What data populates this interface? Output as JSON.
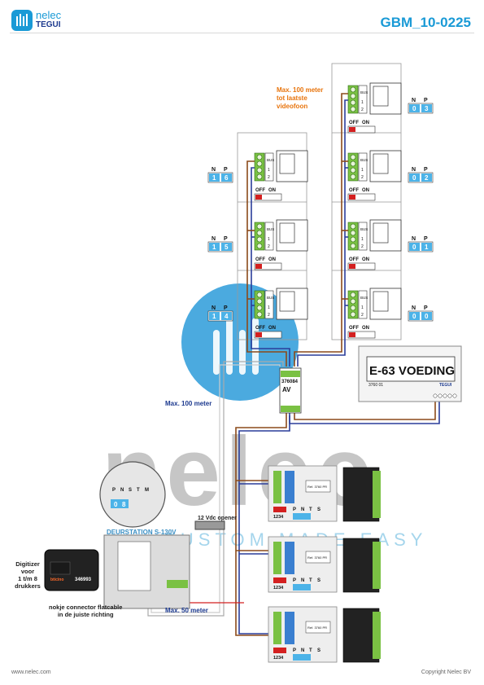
{
  "header": {
    "logo_word": "nelec",
    "logo_sub": "TEGUI",
    "doc_code": "GBM_10-0225"
  },
  "labels": {
    "max_100_last": [
      "Max. 100 meter",
      "tot laatste",
      "videofoon"
    ],
    "max_100": "Max. 100 meter",
    "max_50": "Max. 50 meter",
    "opener": "12 Vdc opener",
    "deurstation": "DEURSTATION S-130V",
    "digitizer": [
      "Digitizer",
      "voor",
      "1 t/m 8",
      "drukkers"
    ],
    "connector_note": [
      "nokje connector flatcable",
      "in de juiste richting"
    ]
  },
  "monitor": {
    "bus": "BUS",
    "t1": "1",
    "t2": "2",
    "off": "OFF",
    "on": "ON"
  },
  "np": {
    "n": "N",
    "p": "P"
  },
  "addresses_right": [
    [
      "0",
      "3"
    ],
    [
      "0",
      "2"
    ],
    [
      "0",
      "1"
    ],
    [
      "0",
      "0"
    ]
  ],
  "addresses_left": [
    [
      "1",
      "6"
    ],
    [
      "1",
      "5"
    ],
    [
      "1",
      "4"
    ]
  ],
  "distributor": {
    "ref": "376084",
    "name": "AV"
  },
  "psu": {
    "title": "E-63 VOEDING",
    "ref": "3760 01",
    "brand": "TEGUI"
  },
  "keypad": {
    "cols": [
      "P",
      "N",
      "S",
      "T",
      "M"
    ],
    "vals": [
      "0",
      "8"
    ]
  },
  "module_ref": "346993",
  "module_brand": "bticino",
  "ext_ref": "Ref. 3760 PR",
  "ext_cols": [
    "P",
    "N",
    "T",
    "S"
  ],
  "ext_nums": "1234",
  "watermark": {
    "word": "nelec",
    "slogan": "CUSTOM MADE EASY"
  },
  "footer": {
    "left": "www.nelec.com",
    "right": "Copyright Nelec BV"
  }
}
